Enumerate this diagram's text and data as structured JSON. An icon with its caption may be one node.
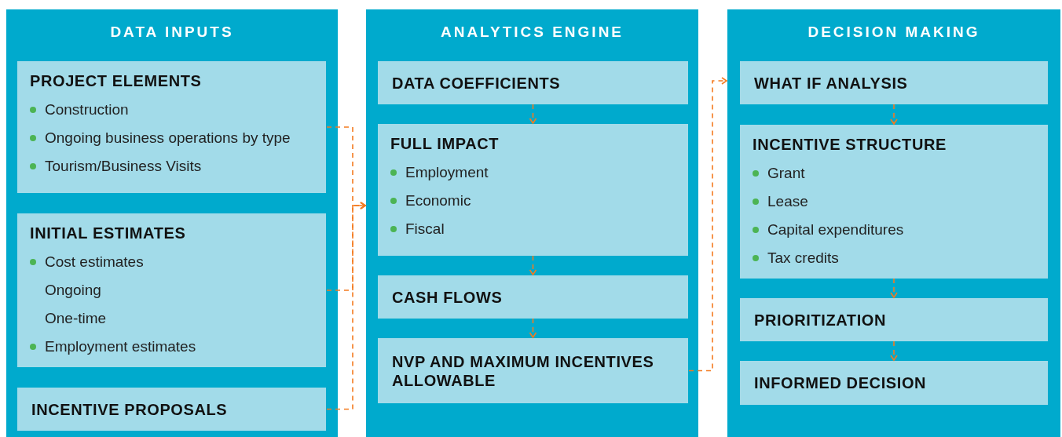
{
  "diagram": {
    "nodes": [
      {
        "text": [
          "DATA INPUTS"
        ]
      },
      {
        "text": [
          "PROJECT ELEMENTS",
          "Construction",
          "Ongoing business operations by type",
          "Tourism/Business Visits"
        ],
        "in": 0
      },
      {
        "text": [
          "INITIAL ESTIMATES",
          "Cost estimates",
          "Ongoing",
          "One-time",
          "Employment estimates"
        ],
        "in": 0
      },
      {
        "text": [
          "INCENTIVE PROPOSALS"
        ],
        "in": 0
      },
      {
        "text": [
          "ANALYTICS ENGINE"
        ]
      },
      {
        "text": [
          "DATA COEFFICIENTS"
        ],
        "in": 4
      },
      {
        "text": [
          "FULL IMPACT",
          "Employment",
          "Economic",
          "Fiscal"
        ],
        "in": 4
      },
      {
        "text": [
          "CASH FLOWS"
        ],
        "in": 4
      },
      {
        "text": [
          "NVP AND MAXIMUM INCENTIVES ALLOWABLE"
        ],
        "in": 4
      },
      {
        "text": [
          "DECISION MAKING"
        ]
      },
      {
        "text": [
          "WHAT IF ANALYSIS"
        ],
        "in": 9
      },
      {
        "text": [
          "INCENTIVE STRUCTURE",
          "Grant",
          "Lease",
          "Capital expenditures",
          "Tax credits"
        ],
        "in": 9
      },
      {
        "text": [
          "PRIORITIZATION"
        ],
        "in": 9
      },
      {
        "text": [
          "INFORMED DECISION"
        ],
        "in": 9
      }
    ],
    "edges": [
      {
        "from": 1,
        "to": 4,
        "arrow": "to",
        "style": "dashed"
      },
      {
        "from": 2,
        "to": 4,
        "arrow": "to",
        "style": "dashed"
      },
      {
        "from": 3,
        "to": 4,
        "arrow": "to",
        "style": "dashed"
      },
      {
        "from": 5,
        "to": 6,
        "arrow": "to",
        "style": "dashed"
      },
      {
        "from": 6,
        "to": 7,
        "arrow": "to",
        "style": "dashed"
      },
      {
        "from": 7,
        "to": 8,
        "arrow": "to",
        "style": "dashed"
      },
      {
        "from": 8,
        "to": 9,
        "arrow": "to",
        "style": "dashed"
      },
      {
        "from": 10,
        "to": 11,
        "arrow": "to",
        "style": "dashed"
      },
      {
        "from": 11,
        "to": 12,
        "arrow": "to",
        "style": "dashed"
      },
      {
        "from": 12,
        "to": 13,
        "arrow": "to",
        "style": "dashed"
      }
    ]
  }
}
